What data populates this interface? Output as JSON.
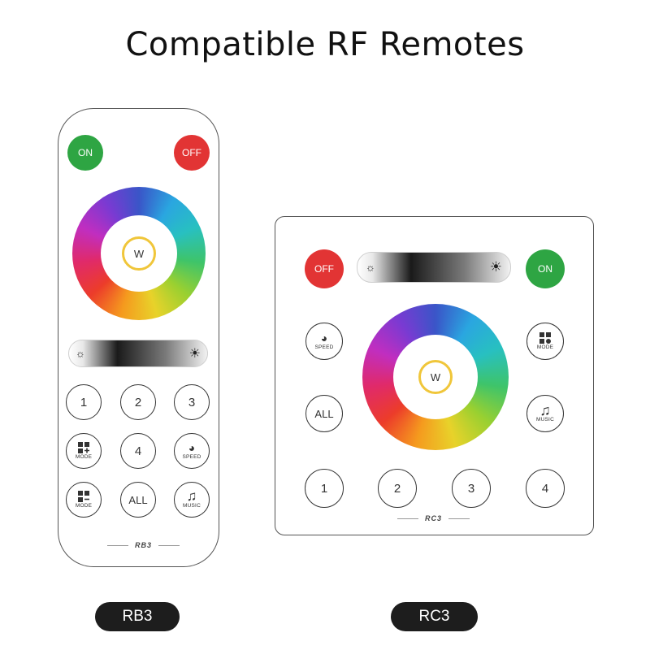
{
  "heading": "Compatible RF Remotes",
  "rb3": {
    "on_label": "ON",
    "off_label": "OFF",
    "w_label": "W",
    "buttons": {
      "b1": "1",
      "b2": "2",
      "b3": "3",
      "b4": "4",
      "all": "ALL",
      "mode_a": "MODE",
      "mode_b": "MODE",
      "speed": "SPEED",
      "music": "MUSIC"
    },
    "model_mark": "RB3",
    "caption": "RB3"
  },
  "rc3": {
    "off_label": "OFF",
    "on_label": "ON",
    "w_label": "W",
    "buttons": {
      "speed": "SPEED",
      "mode": "MODE",
      "all": "ALL",
      "music": "MUSIC",
      "b1": "1",
      "b2": "2",
      "b3": "3",
      "b4": "4"
    },
    "model_mark": "RC3",
    "caption": "RC3"
  },
  "icons": {
    "sun": "☼",
    "sun_bright": "☀",
    "music": "♫",
    "speed": "◕"
  }
}
